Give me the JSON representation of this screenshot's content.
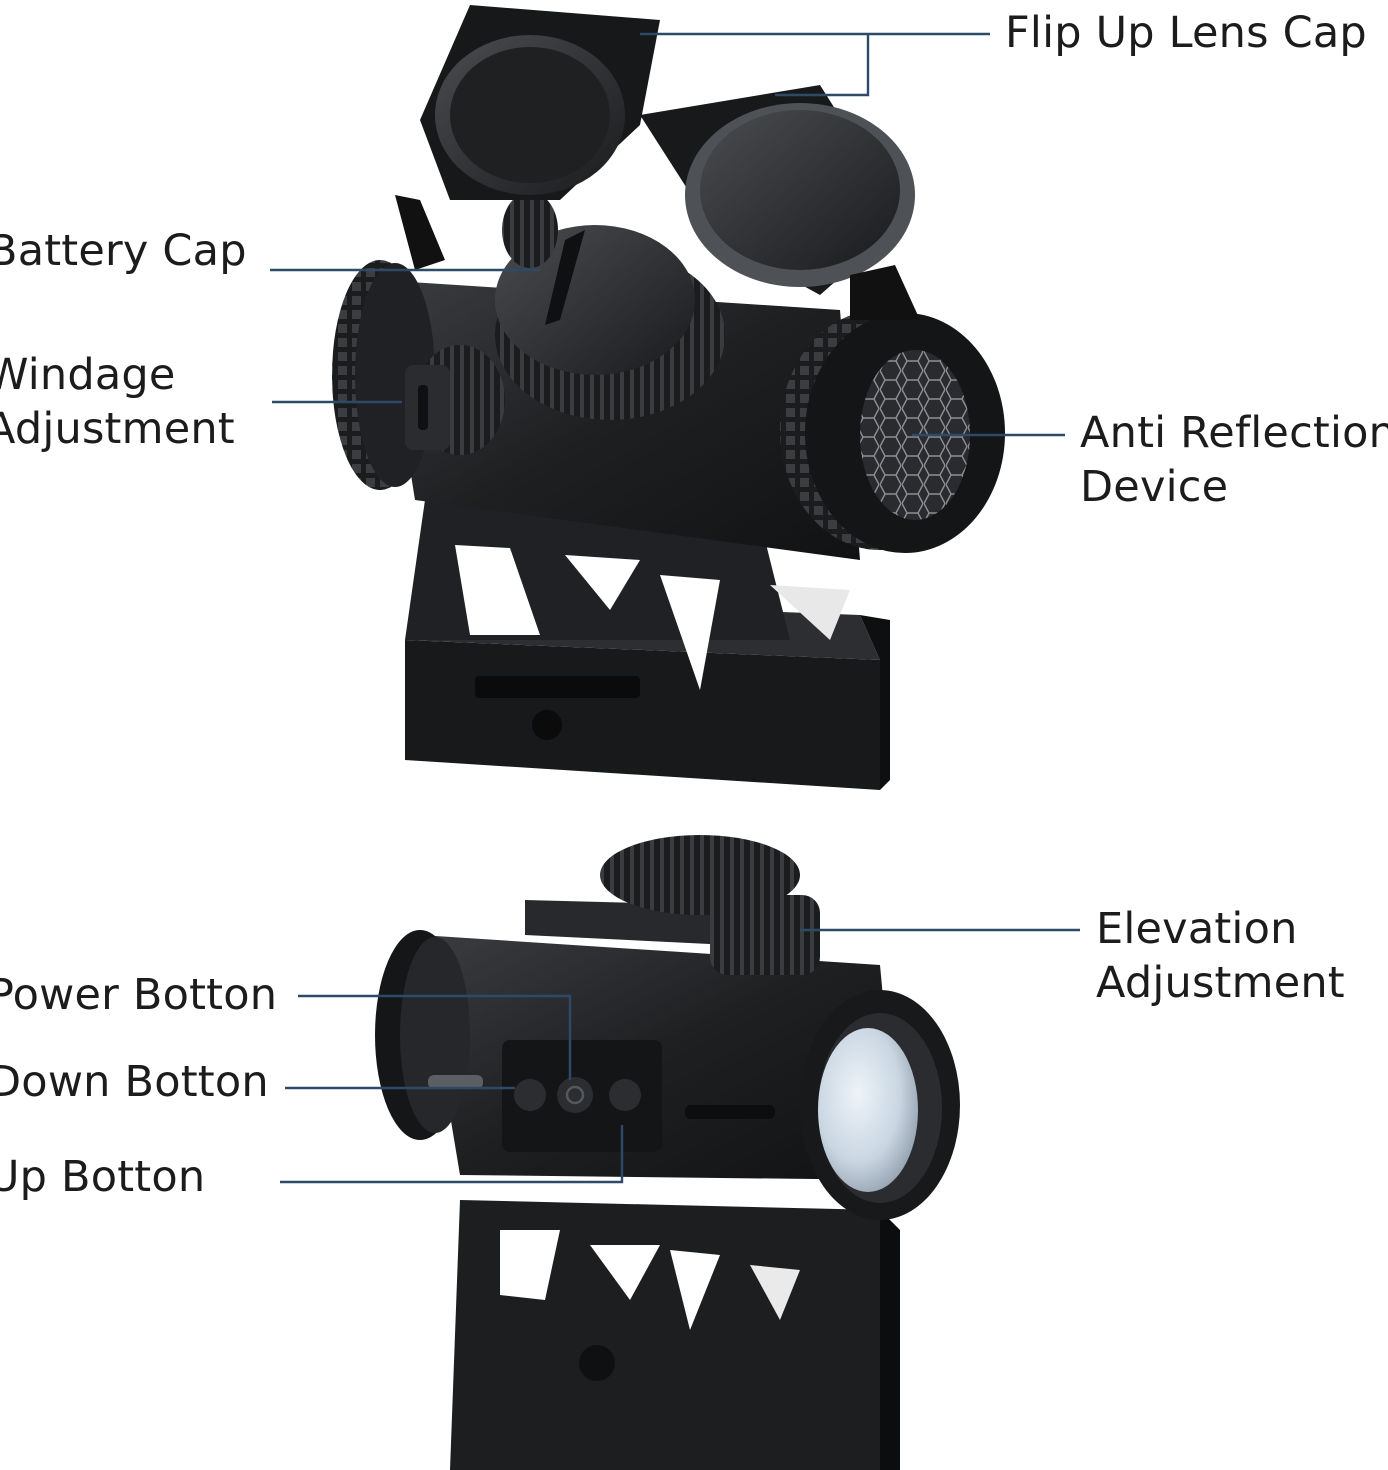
{
  "labels": {
    "flip_up_lens_cap": "Flip Up Lens Cap",
    "battery_cap": "Battery Cap",
    "windage_adjustment": [
      "Windage",
      "Adjustment"
    ],
    "anti_reflection_device": [
      "Anti Reflection",
      "Device"
    ],
    "elevation_adjustment": [
      "Elevation",
      "Adjustment"
    ],
    "power_button": "Power Botton",
    "down_button": "Down Botton",
    "up_button": "Up Botton"
  },
  "colors": {
    "background": "#ffffff",
    "leader_line": "#2f4a68",
    "label_text": "#1c1c1c",
    "scope_body": "#1e1f21",
    "scope_highlight": "#3a3c40",
    "lens_glass": "#c9d6e2"
  }
}
